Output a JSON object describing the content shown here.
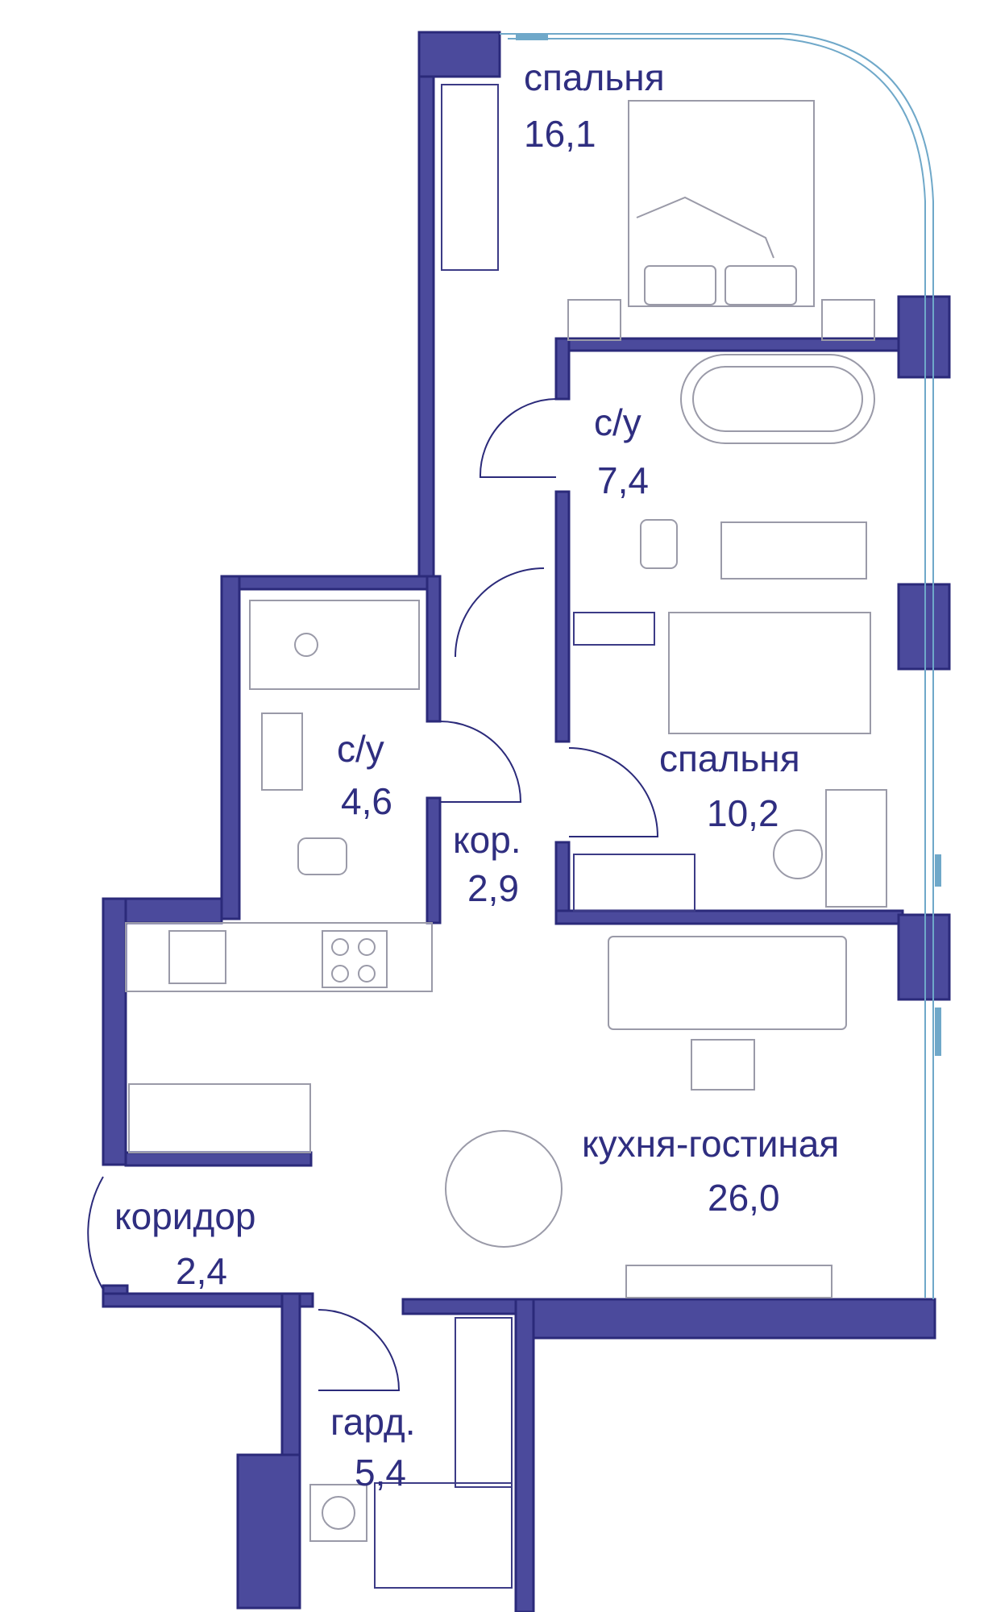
{
  "rooms": [
    {
      "id": "bedroom-1",
      "name": "спальня",
      "area": "16,1"
    },
    {
      "id": "bathroom-1",
      "name": "с/у",
      "area": "7,4"
    },
    {
      "id": "bathroom-2",
      "name": "с/у",
      "area": "4,6"
    },
    {
      "id": "corridor-small",
      "name": "кор.",
      "area": "2,9"
    },
    {
      "id": "bedroom-2",
      "name": "спальня",
      "area": "10,2"
    },
    {
      "id": "kitchen-living",
      "name": "кухня-гостиная",
      "area": "26,0"
    },
    {
      "id": "corridor",
      "name": "коридор",
      "area": "2,4"
    },
    {
      "id": "wardrobe",
      "name": "гард.",
      "area": "5,4"
    }
  ],
  "colors": {
    "wall": "#4b4a9c",
    "label": "#2f2e80",
    "furniture": "#9a9aa8",
    "glass": "#6fa8c9"
  }
}
